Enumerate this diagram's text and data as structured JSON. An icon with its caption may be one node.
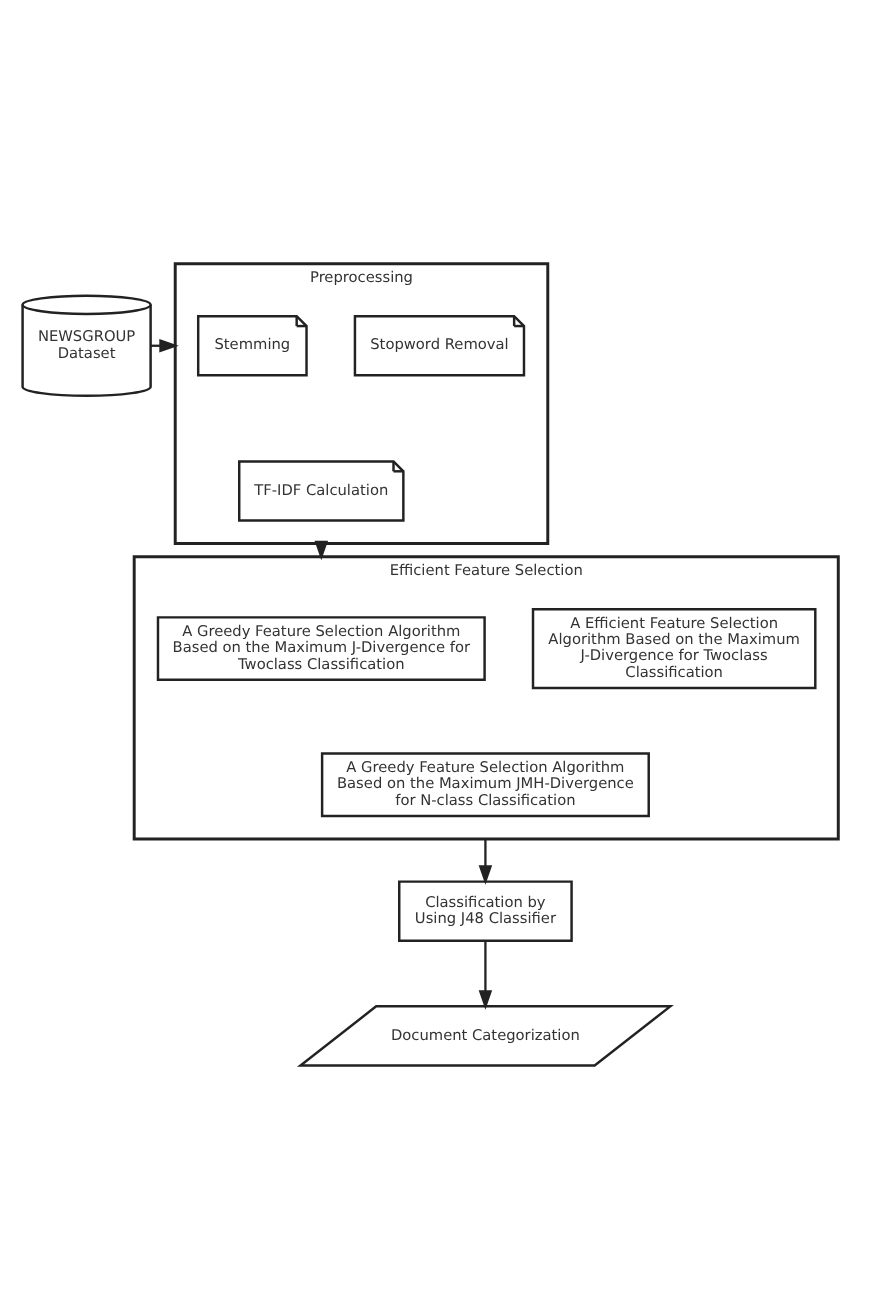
{
  "diagram": {
    "nodes": [
      {
        "text": [
          "NEWSGROUP Dataset"
        ]
      },
      {
        "text": [
          "Preprocessing"
        ]
      },
      {
        "text": [
          "Stemming"
        ],
        "in": 1
      },
      {
        "text": [
          "Stopword Removal"
        ],
        "in": 1
      },
      {
        "text": [
          "TF-IDF Calculation"
        ],
        "in": 1
      },
      {
        "text": [
          "Efficient Feature Selection"
        ]
      },
      {
        "text": [
          "A Greedy Feature Selection Algorithm Based on the Maximum J-Divergence for Twoclass Classification"
        ],
        "in": 5
      },
      {
        "text": [
          "A Efficient Feature Selection Algorithm Based on the Maximum J-Divergence for Twoclass Classification"
        ],
        "in": 5
      },
      {
        "text": [
          "A Greedy Feature Selection Algorithm Based on the Maximum JMH-Divergence for N-class Classification"
        ],
        "in": 5
      },
      {
        "text": [
          "Classification by Using J48 Classifier"
        ]
      },
      {
        "text": [
          "Document Categorization"
        ]
      }
    ],
    "edges": [
      {
        "from": 0,
        "to": 1,
        "arrow": "to"
      },
      {
        "from": 1,
        "to": 5,
        "arrow": "to"
      },
      {
        "from": 5,
        "to": 9,
        "arrow": "to"
      },
      {
        "from": 9,
        "to": 10,
        "arrow": "to"
      }
    ]
  }
}
